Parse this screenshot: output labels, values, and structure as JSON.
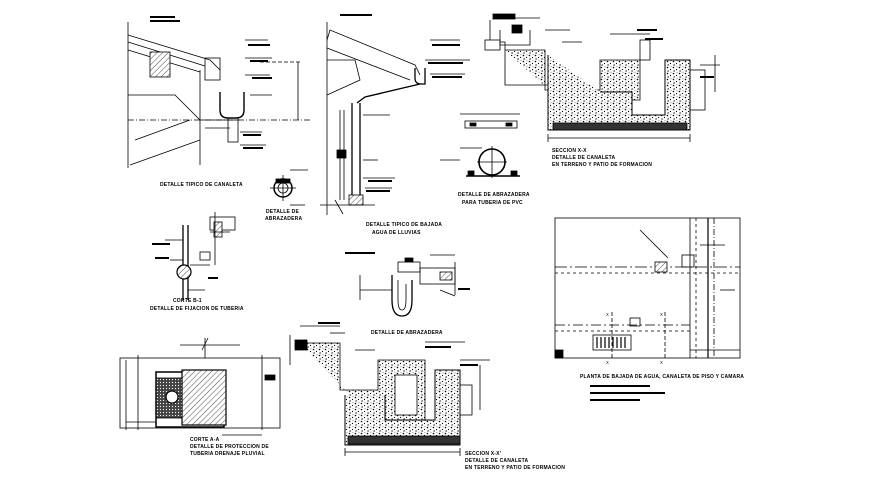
{
  "details": [
    {
      "id": "canaleta-top",
      "title": "DETALLE TIPICO DE CANALETA",
      "subtitle": ""
    },
    {
      "id": "abrazadera-small",
      "title": "DETALLE DE",
      "subtitle": "ABRAZADERA"
    },
    {
      "id": "bajada",
      "title": "DETALLE TIPICO DE BAJADA",
      "subtitle": "AGUA DE LLUVIAS"
    },
    {
      "id": "abrazadera-pvc",
      "title": "DETALLE DE ABRAZADERA",
      "subtitle": "PARA TUBERIA DE PVC"
    },
    {
      "id": "section-xx",
      "title": "SECCION X-X",
      "subtitle": "DETALLE DE CANALETA",
      "note": "EN TERRENO Y PATIO DE FORMACION"
    },
    {
      "id": "fijacion",
      "title": "CORTE B-1",
      "subtitle": "DETALLE DE FIJACION DE TUBERIA"
    },
    {
      "id": "abrazadera-mid",
      "title": "DETALLE DE ABRAZADERA",
      "subtitle": ""
    },
    {
      "id": "proteccion",
      "title": "CORTE A-A",
      "subtitle": "DETALLE DE PROTECCION DE",
      "note": "TUBERIA DRENAJE PLUVIAL"
    },
    {
      "id": "section-xx-2",
      "title": "SECCION X-X'",
      "subtitle": "DETALLE DE CANALETA",
      "note": "EN TERRENO Y PATIO DE FORMACION"
    },
    {
      "id": "planta",
      "title": "PLANTA DE BAJADA DE AGUA, CANALETA DE PISO Y CAMARA",
      "subtitle": ""
    }
  ],
  "section_marks": [
    "X",
    "X",
    "X",
    "X"
  ]
}
